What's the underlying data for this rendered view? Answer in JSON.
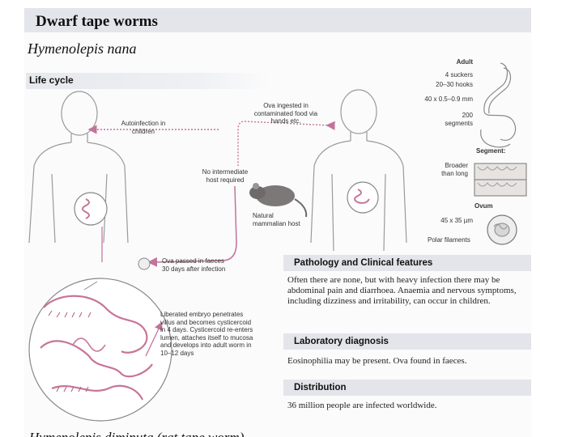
{
  "header": {
    "title": "Dwarf tape worms",
    "species": "Hymenolepis nana"
  },
  "life_cycle": {
    "title": "Life cycle",
    "autoinfection": "Autoinfection in children",
    "ova_ingested": "Ova ingested in contaminated food via hands etc.",
    "no_intermediate": "No intermediate host required",
    "natural_host": "Natural mammalian host",
    "ova_passed": "Ova passed in faeces 30 days after infection",
    "liberated": "Liberated embryo penetrates villus and becomes cysticercoid in 4 days. Cysticercoid re-enters lumen, attaches itself to mucosa and develops into adult worm in 10–12 days"
  },
  "adult": {
    "title": "Adult",
    "suckers": "4 suckers",
    "hooks": "20–30 hooks",
    "size": "40 x 0.5–0.9 mm",
    "segments": "200 segments"
  },
  "segment": {
    "title": "Segment:",
    "desc": "Broader than long"
  },
  "ovum": {
    "title": "Ovum",
    "size": "45 x 35 µm",
    "polar": "Polar filaments"
  },
  "sections": {
    "pathology_title": "Pathology and Clinical features",
    "pathology_text": "Often there are none, but with heavy infection there may be abdominal pain and diarrhoea. Anaemia and nervous symptoms, including dizziness and irritability, can occur in children.",
    "lab_title": "Laboratory diagnosis",
    "lab_text": "Eosinophilia may be present. Ova found in faeces.",
    "dist_title": "Distribution",
    "dist_text": "36 million people are infected worldwide."
  },
  "footer": {
    "next_title": "Hymenolepis diminuta (rat tape worm)"
  },
  "colors": {
    "arrow": "#c2739b",
    "worm": "#c77598",
    "figure_outline": "#9a9a9a",
    "band": "#e3e5ea"
  }
}
